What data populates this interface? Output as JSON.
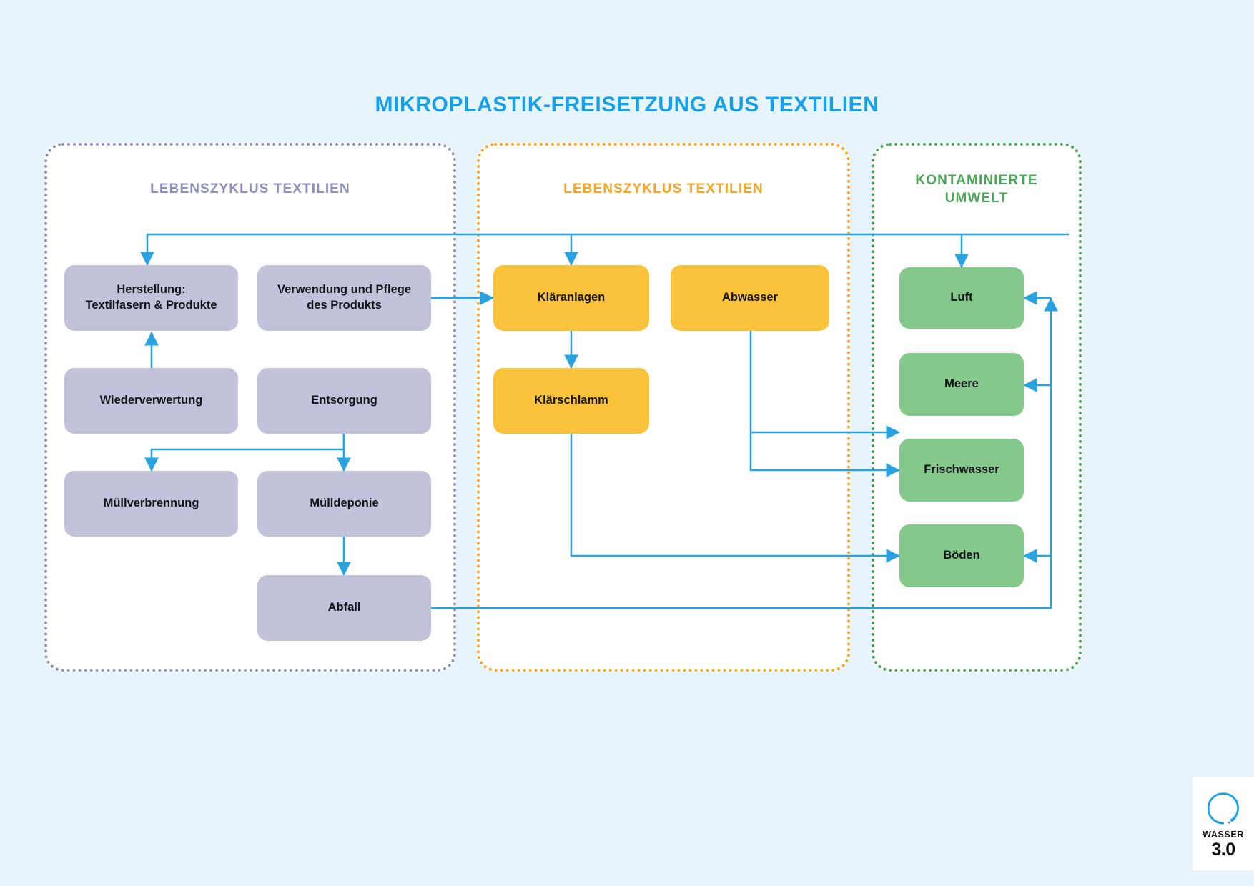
{
  "page": {
    "title": "MIKROPLASTIK-FREISETZUNG AUS TEXTILIEN",
    "background_color": "#e8f4fc",
    "title_color": "#15a0e8"
  },
  "panels": {
    "lifecycle": {
      "title": "LEBENSZYKLUS TEXTILIEN",
      "color": "#8e8fc0"
    },
    "wastewater": {
      "title": "LEBENSZYKLUS TEXTILIEN",
      "color": "#f5a623"
    },
    "environment": {
      "title": "KONTAMINIERTE\nUMWELT",
      "color": "#4aa657"
    }
  },
  "nodes": {
    "herstellung": "Herstellung:\nTextilfasern & Produkte",
    "verwendung": "Verwendung und Pflege\ndes Produkts",
    "wiederverwertung": "Wiederverwertung",
    "entsorgung": "Entsorgung",
    "muellverbrennung": "Müllverbrennung",
    "muelldeponie": "Mülldeponie",
    "abfall": "Abfall",
    "klaeranlagen": "Kläranlagen",
    "abwasser": "Abwasser",
    "klaerschlamm": "Klärschlamm",
    "luft": "Luft",
    "meere": "Meere",
    "frischwasser": "Frischwasser",
    "boeden": "Böden"
  },
  "colors": {
    "node_lifecycle": "#c2c2da",
    "node_wastewater": "#fbc33c",
    "node_environment": "#84c88b",
    "connector": "#29a3e0"
  },
  "logo": {
    "word": "WASSER",
    "version": "3.0",
    "mark_color": "#15a0e8"
  }
}
